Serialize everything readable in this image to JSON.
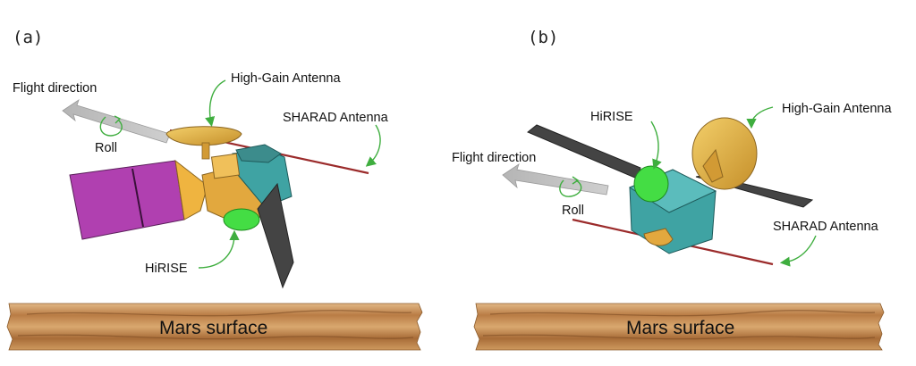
{
  "panel_a": {
    "tag": "(a)",
    "labels": {
      "flight_direction": "Flight direction",
      "roll": "Roll",
      "high_gain_antenna": "High-Gain Antenna",
      "sharad_antenna": "SHARAD Antenna",
      "hirise": "HiRISE"
    },
    "surface": "Mars surface"
  },
  "panel_b": {
    "tag": "(b)",
    "labels": {
      "flight_direction": "Flight direction",
      "roll": "Roll",
      "high_gain_antenna": "High-Gain Antenna",
      "sharad_antenna": "SHARAD Antenna",
      "hirise": "HiRISE"
    },
    "surface": "Mars surface"
  },
  "colors": {
    "solar_panel_magenta": "#b040b0",
    "gold": "#e6b040",
    "teal": "#3fa3a3",
    "hirise_green": "#44dd44",
    "sharad_red": "#9b2b2b",
    "dark_panel": "#444444",
    "callout_green": "#3fae3f",
    "surface_brown": "#c8955a"
  }
}
